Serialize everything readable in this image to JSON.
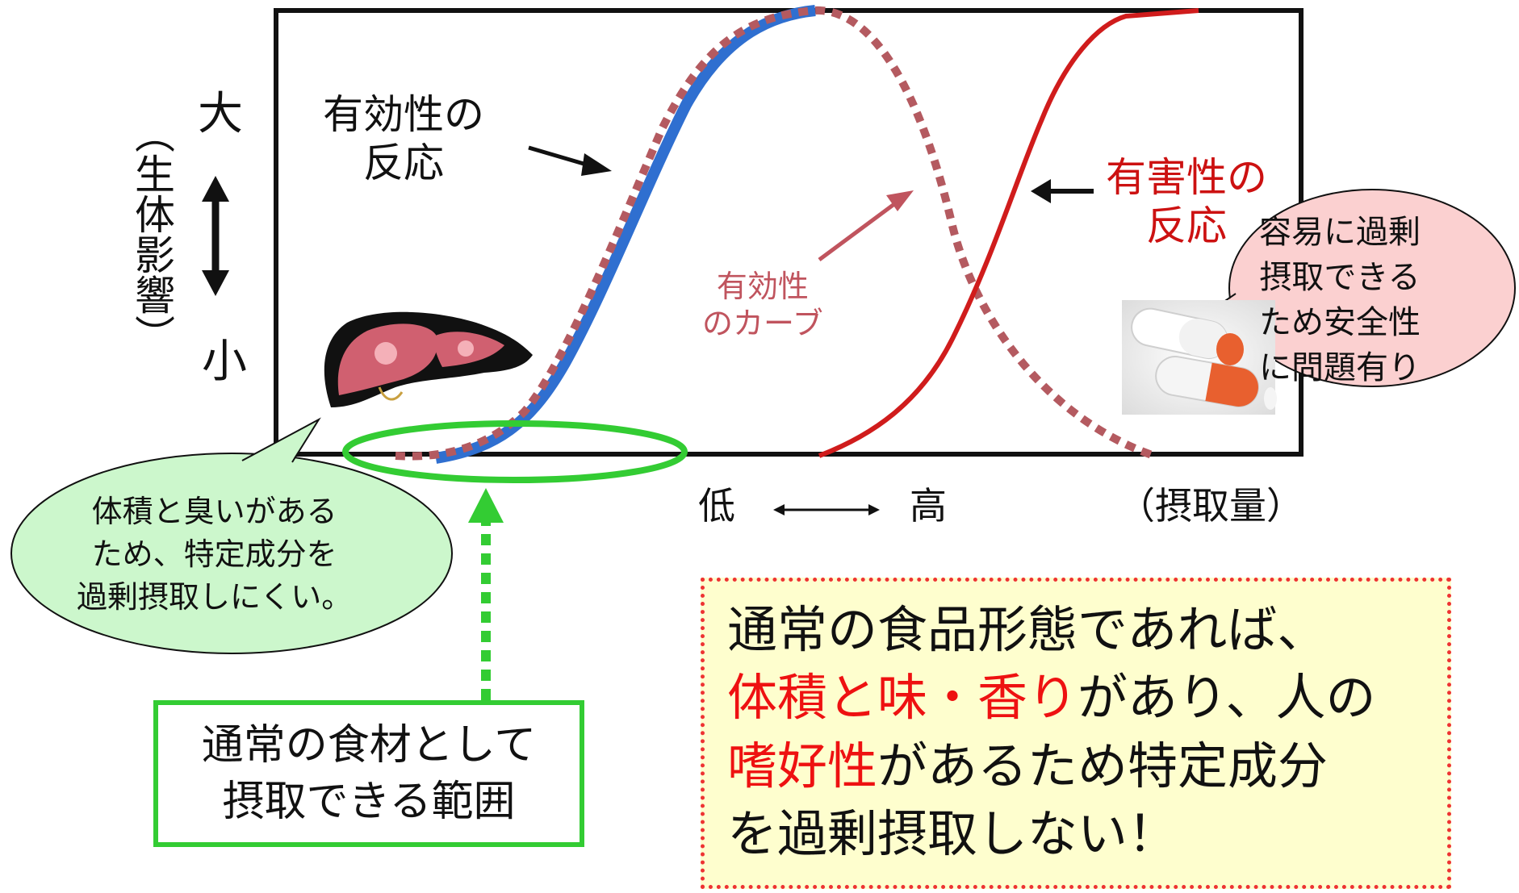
{
  "colors": {
    "effect_curve": "#2f6fd0",
    "efficacy_curve": "#b45a60",
    "harm_curve": "#d01c1c",
    "green": "#33cc33",
    "green_bubble": "#ccf7cc",
    "pink_bubble": "#fbd0d0",
    "note_bg": "#fefece",
    "note_border": "#e33333",
    "highlight_text": "#ee1111",
    "liver": "#d06070"
  },
  "icons": [
    "liver-illustration",
    "capsule-pills-photo",
    "double-arrow-vertical",
    "double-arrow-horizontal"
  ],
  "chart": {
    "effective_label": [
      "有効性の",
      "反応"
    ],
    "harmful_label": [
      "有害性の",
      "反応"
    ],
    "efficacy_curve_label": [
      "有効性",
      "のカーブ"
    ],
    "y_axis": {
      "label": "（生体影響）",
      "high": "大",
      "low": "小"
    },
    "x_axis": {
      "low": "低",
      "high": "高",
      "label": "（摂取量）"
    }
  },
  "bubbles": {
    "supplement": [
      "容易に過剰",
      "摂取できる",
      "ため安全性",
      "に問題有り"
    ],
    "food": [
      "体積と臭いがある",
      "ため、特定成分を",
      "過剰摂取しにくい。"
    ]
  },
  "scope_box": {
    "lines": [
      "通常の食材として",
      "摂取できる範囲"
    ]
  },
  "note": {
    "line1": "通常の食品形態であれば、",
    "line2_red": "体積と味・香り",
    "line2_rest": "があり、人の",
    "line3_red": "嗜好性",
    "line3_rest": "があるため特定成分",
    "line4": "を過剰摂取しない！"
  }
}
